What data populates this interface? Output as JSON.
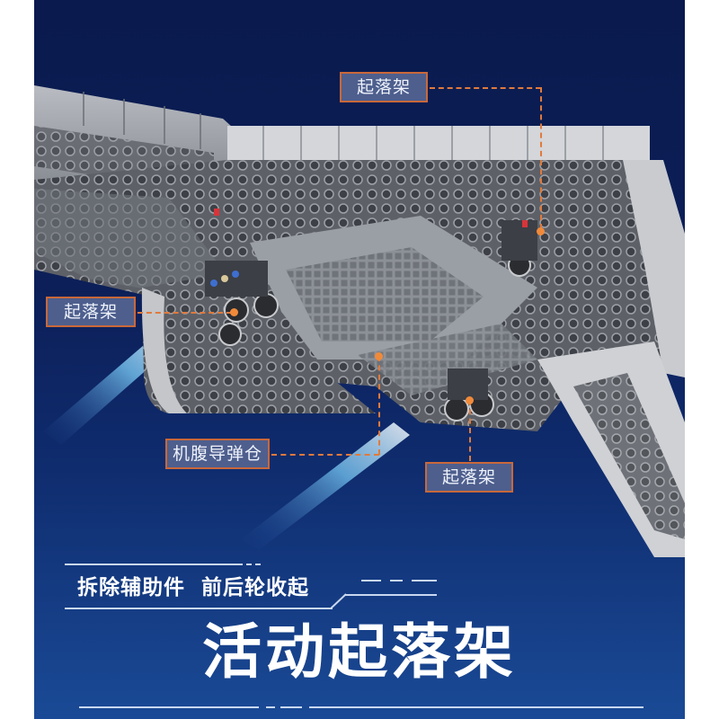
{
  "page": {
    "frame_color": "#ffffff",
    "panel_colors": {
      "top": "#0a1a4e",
      "bottom": "#1a4a96"
    },
    "accent_color": "#e07a3c",
    "callout_bg": "#4e5f8e"
  },
  "image": {
    "description": "Underside view of a grey brick-built stealth bomber model with landing gear deployed and blue jet light streaks",
    "icon": "aircraft-model-illustration"
  },
  "callouts": [
    {
      "label": "起落架",
      "position": "top-right"
    },
    {
      "label": "起落架",
      "position": "left"
    },
    {
      "label": "机腹导弹仓",
      "position": "bottom-left"
    },
    {
      "label": "起落架",
      "position": "bottom-center"
    }
  ],
  "subtitle": {
    "part1": "拆除辅助件",
    "part2": "前后轮收起"
  },
  "title": "活动起落架"
}
